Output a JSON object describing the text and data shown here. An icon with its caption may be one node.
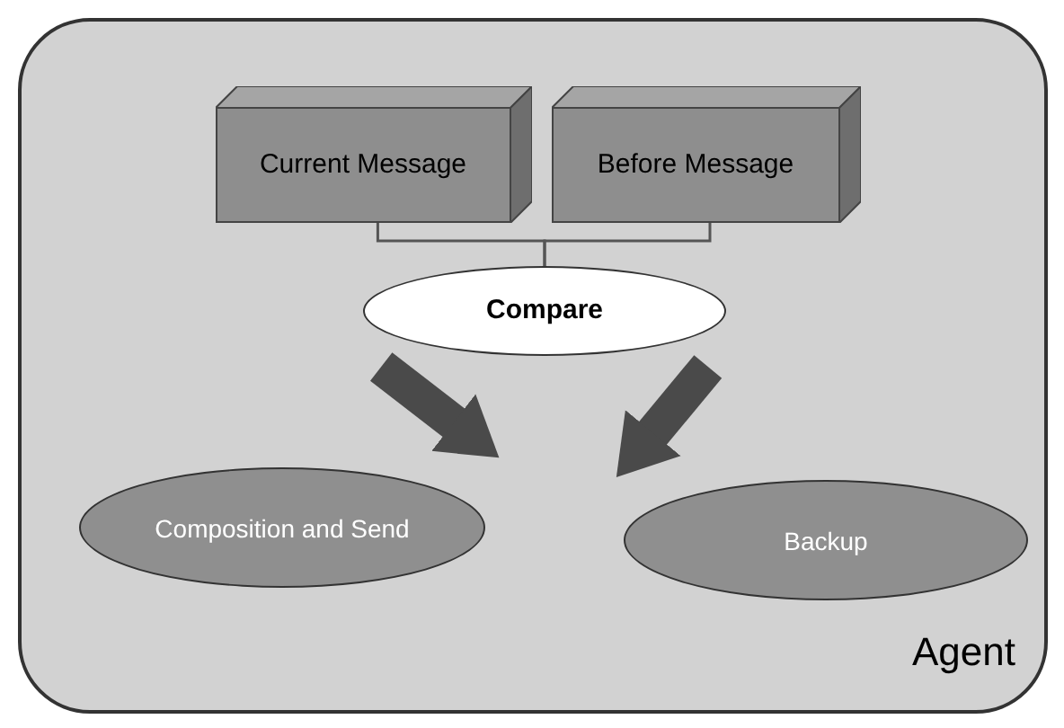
{
  "diagram": {
    "nodes": [
      {
        "text": [
          "Agent"
        ]
      },
      {
        "text": [
          "Current Message"
        ],
        "in": 0
      },
      {
        "text": [
          "Before Message"
        ],
        "in": 0
      },
      {
        "text": [
          "Compare"
        ],
        "in": 0
      },
      {
        "text": [
          "Composition and Send"
        ],
        "in": 0
      },
      {
        "text": [
          "Backup"
        ],
        "in": 0
      }
    ],
    "edges": [
      {
        "from": 1,
        "to": 3,
        "arrow": "none"
      },
      {
        "from": 2,
        "to": 3,
        "arrow": "none"
      },
      {
        "from": 3,
        "to": 4,
        "arrow": "to",
        "style": "thick"
      },
      {
        "from": 3,
        "to": 5,
        "arrow": "to",
        "style": "thick"
      }
    ]
  }
}
